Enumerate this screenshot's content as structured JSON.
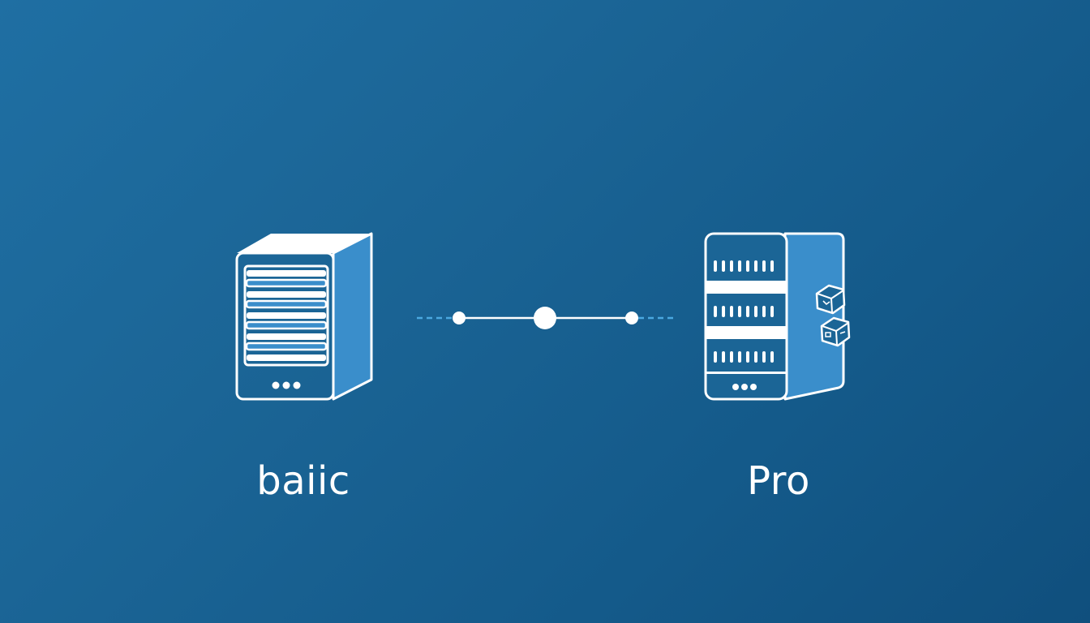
{
  "colors": {
    "background": "#1a6597",
    "line": "#ffffff",
    "server_side": "#3a8ecb",
    "dashed": "#4aa8e0"
  },
  "servers": {
    "basic": {
      "label": "baiic",
      "icon": "server-tower-icon"
    },
    "pro": {
      "label": "Pro",
      "icon": "server-rack-icon"
    }
  },
  "connector": {
    "icon": "connection-line-icon",
    "node_count": 3
  }
}
